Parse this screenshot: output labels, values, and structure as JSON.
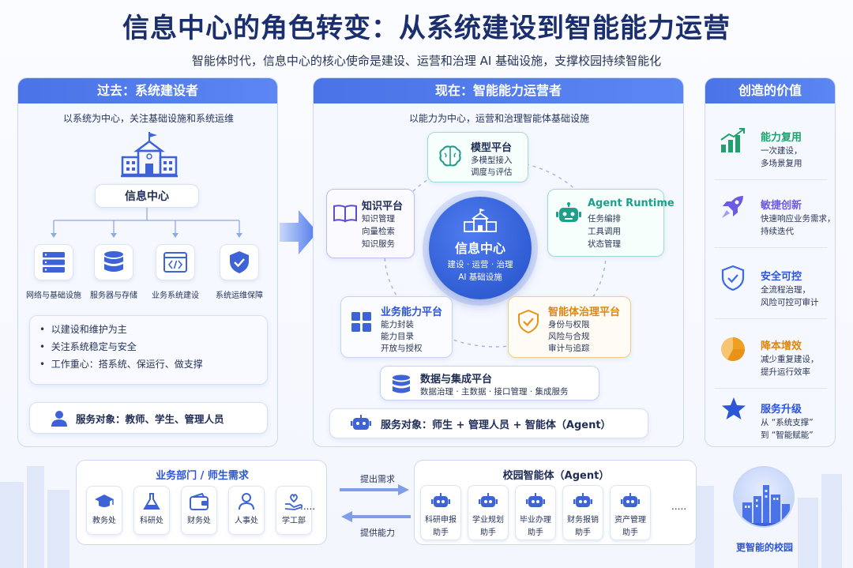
{
  "header": {
    "title": "信息中心的角色转变：从系统建设到智能能力运营",
    "subtitle": "智能体时代，信息中心的核心使命是建设、运营和治理 AI 基础设施，支撑校园持续智能化"
  },
  "past": {
    "title": "过去：系统建设者",
    "note": "以系统为中心，关注基础设施和系统运维",
    "center": "信息中心",
    "items": [
      {
        "label": "网络与基础设施",
        "icon": "server-icon"
      },
      {
        "label": "服务器与存储",
        "icon": "database-icon"
      },
      {
        "label": "业务系统建设",
        "icon": "code-window-icon"
      },
      {
        "label": "系统运维保障",
        "icon": "shield-check-icon"
      }
    ],
    "bullets": [
      "以建设和维护为主",
      "关注系统稳定与安全",
      "工作重心：搭系统、保运行、做支撑"
    ],
    "service": "服务对象：教师、学生、管理人员"
  },
  "now": {
    "title": "现在：智能能力运营者",
    "note": "以能力为中心，运营和治理智能体基础设施",
    "center": {
      "title": "信息中心",
      "line1": "建设 · 运营 · 治理",
      "line2": "AI 基础设施"
    },
    "model": {
      "title": "模型平台",
      "lines": [
        "多模型接入",
        "调度与评估"
      ]
    },
    "knowledge": {
      "title": "知识平台",
      "lines": [
        "知识管理",
        "向量检索",
        "知识服务"
      ]
    },
    "agent": {
      "title": "Agent Runtime",
      "lines": [
        "任务编排",
        "工具调用",
        "状态管理"
      ]
    },
    "business": {
      "title": "业务能力平台",
      "lines": [
        "能力封装",
        "能力目录",
        "开放与授权"
      ]
    },
    "governance": {
      "title": "智能体治理平台",
      "lines": [
        "身份与权限",
        "风险与合规",
        "审计与追踪"
      ]
    },
    "data": {
      "title": "数据与集成平台",
      "line": "数据治理 · 主数据 · 接口管理 · 集成服务"
    },
    "service": "服务对象：师生 + 管理人员 + 智能体（Agent）"
  },
  "value": {
    "title": "创造的价值",
    "items": [
      {
        "title": "能力复用",
        "lines": [
          "一次建设，",
          "多场景复用"
        ],
        "icon": "bar-chart-icon",
        "color": "#22a06b"
      },
      {
        "title": "敏捷创新",
        "lines": [
          "快速响应业务需求，",
          "持续迭代"
        ],
        "icon": "rocket-icon",
        "color": "#6a5be0"
      },
      {
        "title": "安全可控",
        "lines": [
          "全流程治理，",
          "风险可控可审计"
        ],
        "icon": "shield-icon",
        "color": "#3b6be8"
      },
      {
        "title": "降本增效",
        "lines": [
          "减少重复建设，",
          "提升运行效率"
        ],
        "icon": "pie-chart-icon",
        "color": "#f0a020"
      },
      {
        "title": "服务升级",
        "lines": [
          "从 “系统支撑”",
          "到 “智能赋能”"
        ],
        "icon": "star-icon",
        "color": "#2c55d8"
      }
    ]
  },
  "bottom": {
    "departments": {
      "title": "业务部门 / 师生需求",
      "items": [
        {
          "label": "教务处",
          "icon": "graduation-cap-icon"
        },
        {
          "label": "科研处",
          "icon": "flask-icon"
        },
        {
          "label": "财务处",
          "icon": "wallet-icon"
        },
        {
          "label": "人事处",
          "icon": "person-icon"
        },
        {
          "label": "学工部",
          "icon": "heart-hand-icon"
        }
      ],
      "more": "....."
    },
    "flow": {
      "request": "提出需求",
      "provide": "提供能力"
    },
    "agents": {
      "title": "校园智能体（Agent）",
      "items": [
        {
          "l1": "科研申报",
          "l2": "助手"
        },
        {
          "l1": "学业规划",
          "l2": "助手"
        },
        {
          "l1": "毕业办理",
          "l2": "助手"
        },
        {
          "l1": "财务报销",
          "l2": "助手"
        },
        {
          "l1": "资产管理",
          "l2": "助手"
        }
      ],
      "more": "....."
    },
    "campus_label": "更智能的校园"
  }
}
